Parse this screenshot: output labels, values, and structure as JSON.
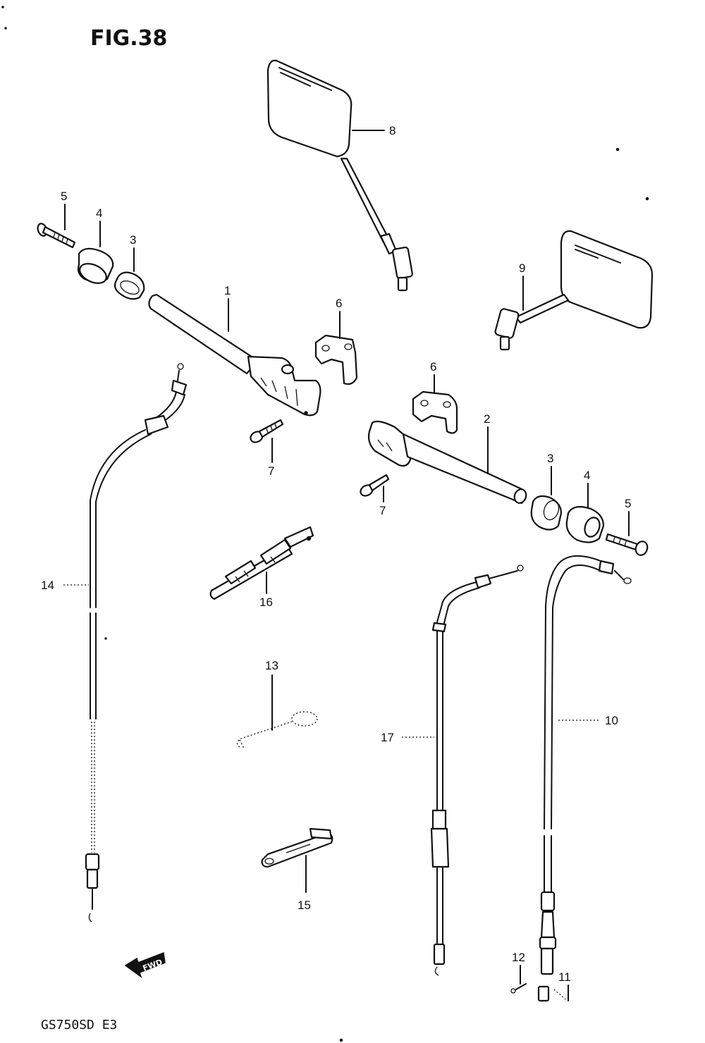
{
  "figure": {
    "title": "FIG.38"
  },
  "model_label": "GS750SD E3",
  "fwd_marker": {
    "text": "FWD"
  },
  "callouts": {
    "c1": "1",
    "c2": "2",
    "c3a": "3",
    "c3b": "3",
    "c4a": "4",
    "c4b": "4",
    "c5a": "5",
    "c5b": "5",
    "c6a": "6",
    "c6b": "6",
    "c7a": "7",
    "c7b": "7",
    "c8": "8",
    "c9": "9",
    "c10": "10",
    "c11": "11",
    "c12": "12",
    "c13": "13",
    "c14": "14",
    "c15": "15",
    "c16": "16",
    "c17": "17"
  }
}
